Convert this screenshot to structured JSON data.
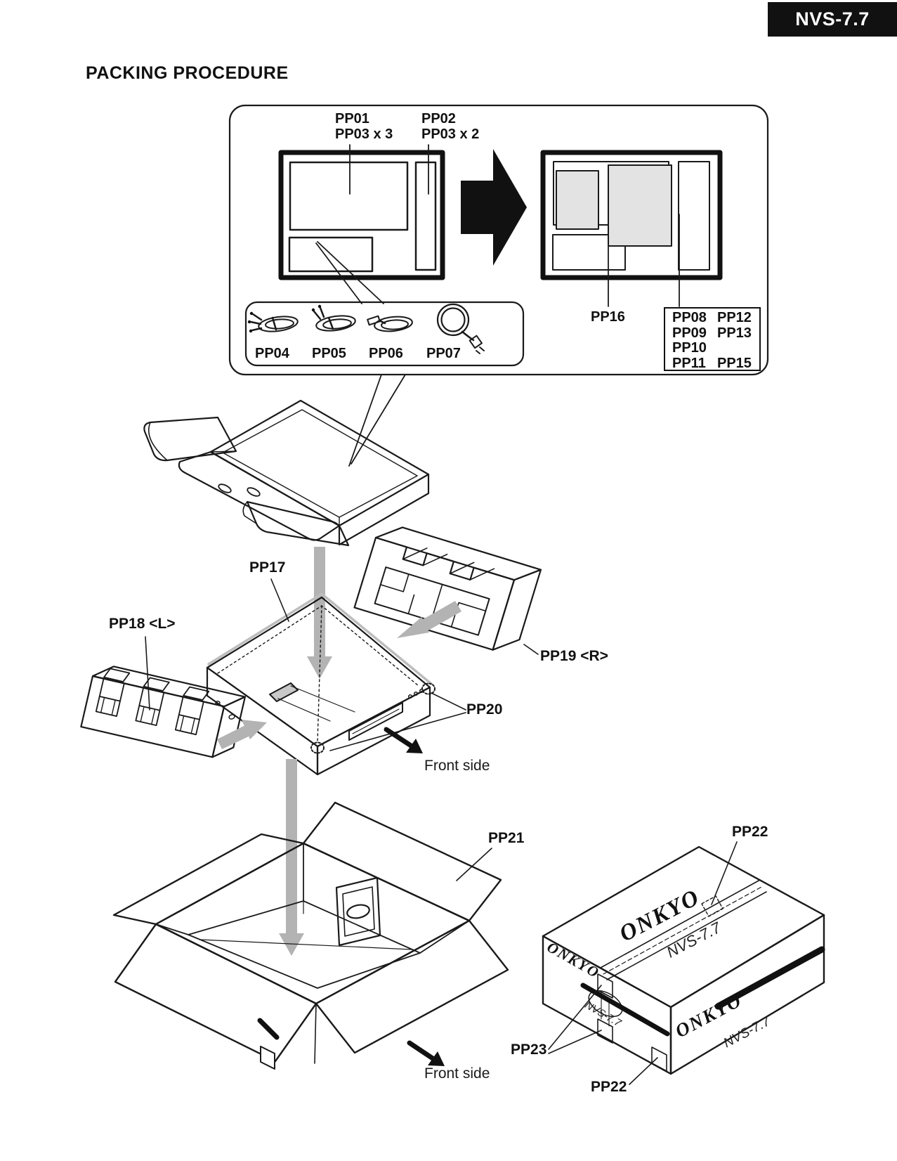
{
  "page": {
    "badge": "NVS-7.7",
    "title": "PACKING PROCEDURE"
  },
  "top_panel": {
    "pp01": {
      "line1": "PP01",
      "line2": "PP03 x 3"
    },
    "pp02": {
      "line1": "PP02",
      "line2": "PP03 x 2"
    },
    "pp16_label": "PP16",
    "parts_box": {
      "rows": [
        [
          "PP08",
          "PP12"
        ],
        [
          "PP09",
          "PP13"
        ],
        [
          "PP10",
          ""
        ],
        [
          "PP11",
          "PP15"
        ]
      ]
    },
    "cables": {
      "pp04": "PP04",
      "pp05": "PP05",
      "pp06": "PP06",
      "pp07": "PP07"
    }
  },
  "exploded_view": {
    "pp17_label": "PP17",
    "pp18_label": "PP18 <L>",
    "pp19_label": "PP19 <R>",
    "pp20_label": "PP20",
    "front_side_label": "Front side"
  },
  "carton_section": {
    "pp21_label": "PP21",
    "pp22_top_label": "PP22",
    "pp23_label": "PP23",
    "pp22_bottom_label": "PP22",
    "front_side_label": "Front side",
    "brand": "ONKYO",
    "model": "NVS-7.7"
  },
  "colors": {
    "line_black": "#1a1a1a",
    "arrow_gray": "#b3b3b3",
    "foam_gray_fill": "#e3e3e3",
    "tape_gray": "#c9c9c9"
  }
}
